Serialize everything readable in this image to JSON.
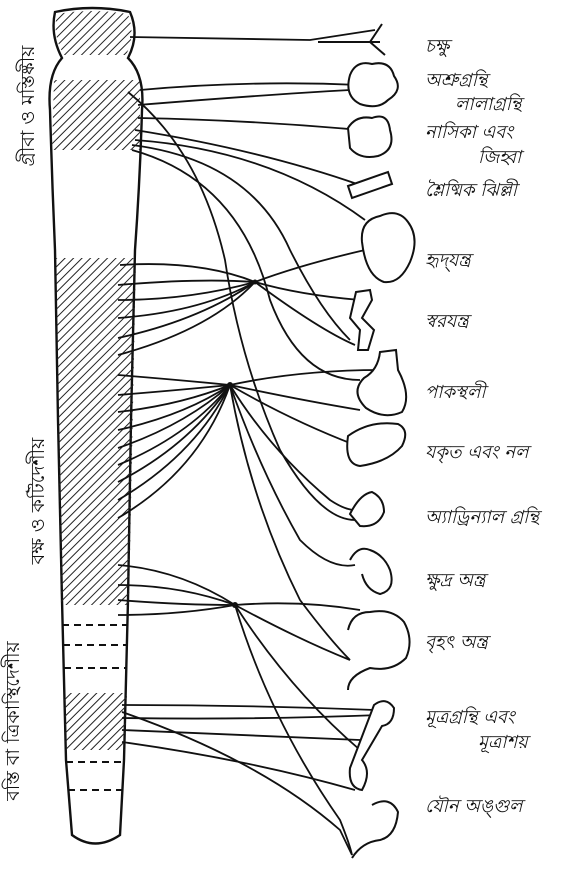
{
  "diagram": {
    "region_labels": {
      "cervical": "গ্রীবা ও মস্তিষ্কীয়",
      "thoracolumbar": "বক্ষ ও কটিদেশীয়",
      "sacral": "বস্তি বা ত্রিকাস্থিদেশীয়"
    },
    "organs": [
      {
        "label": "চক্ষু"
      },
      {
        "label": "অশ্রুগ্রন্থি"
      },
      {
        "label": "লালাগ্রন্থি"
      },
      {
        "label": "নাসিকা এবং"
      },
      {
        "label": "জিহ্বা"
      },
      {
        "label": "শ্লৈষ্মিক ঝিল্লী"
      },
      {
        "label": "হৃদ্‌যন্ত্র"
      },
      {
        "label": "স্বরযন্ত্র"
      },
      {
        "label": "পাকস্থলী"
      },
      {
        "label": "যকৃত এবং নল"
      },
      {
        "label": "অ্যাড্রিন্যাল গ্রন্থি"
      },
      {
        "label": "ক্ষুদ্র অন্ত্র"
      },
      {
        "label": "বৃহৎ অন্ত্র"
      },
      {
        "label": "মূত্রগ্রন্থি এবং"
      },
      {
        "label": "মূত্রাশয়"
      },
      {
        "label": "যৌন অঙ্গুল"
      }
    ]
  }
}
